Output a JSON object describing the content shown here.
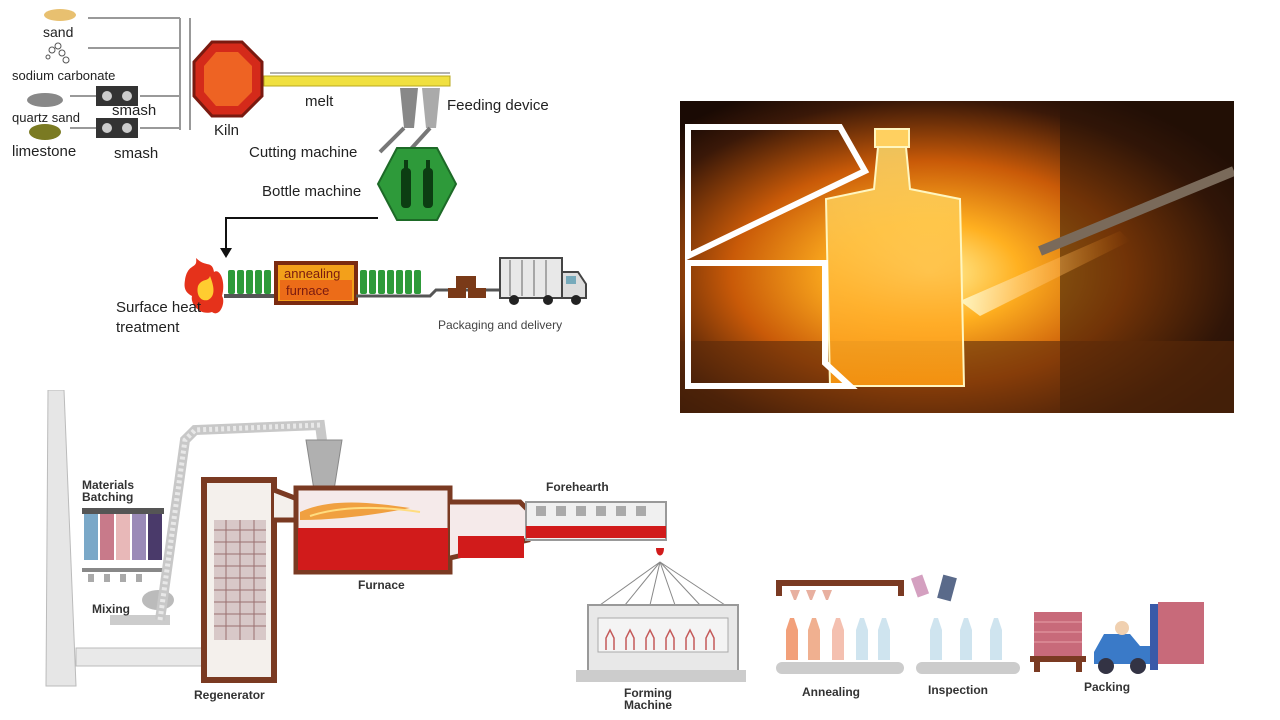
{
  "top_diagram": {
    "inputs": [
      "sand",
      "sodium carbonate",
      "quartz sand",
      "limestone"
    ],
    "smash_1": "smash",
    "smash_2": "smash",
    "kiln": "Kiln",
    "melt": "melt",
    "feeding_device": "Feeding device",
    "cutting_machine": "Cutting machine",
    "bottle_machine": "Bottle machine",
    "annealing_furnace": [
      "annealing",
      "furnace"
    ],
    "surface_heat_treatment": [
      "Surface heat",
      "treatment"
    ],
    "packaging_delivery": "Packaging and delivery"
  },
  "bottom_diagram": {
    "materials_batching": [
      "Materials",
      "Batching"
    ],
    "mixing": "Mixing",
    "regenerator": "Regenerator",
    "furnace": "Furnace",
    "forehearth": "Forehearth",
    "forming_machine": [
      "Forming",
      "Machine"
    ],
    "annealing": "Annealing",
    "inspection": "Inspection",
    "packing": "Packing"
  },
  "colors": {
    "kiln": "#d42a1a",
    "melt_line": "#f0e040",
    "bottle_green": "#2e9a3a",
    "furnace_red": "#d11b1b",
    "brick": "#7a3a22",
    "photo_glow": "#ffb020"
  }
}
